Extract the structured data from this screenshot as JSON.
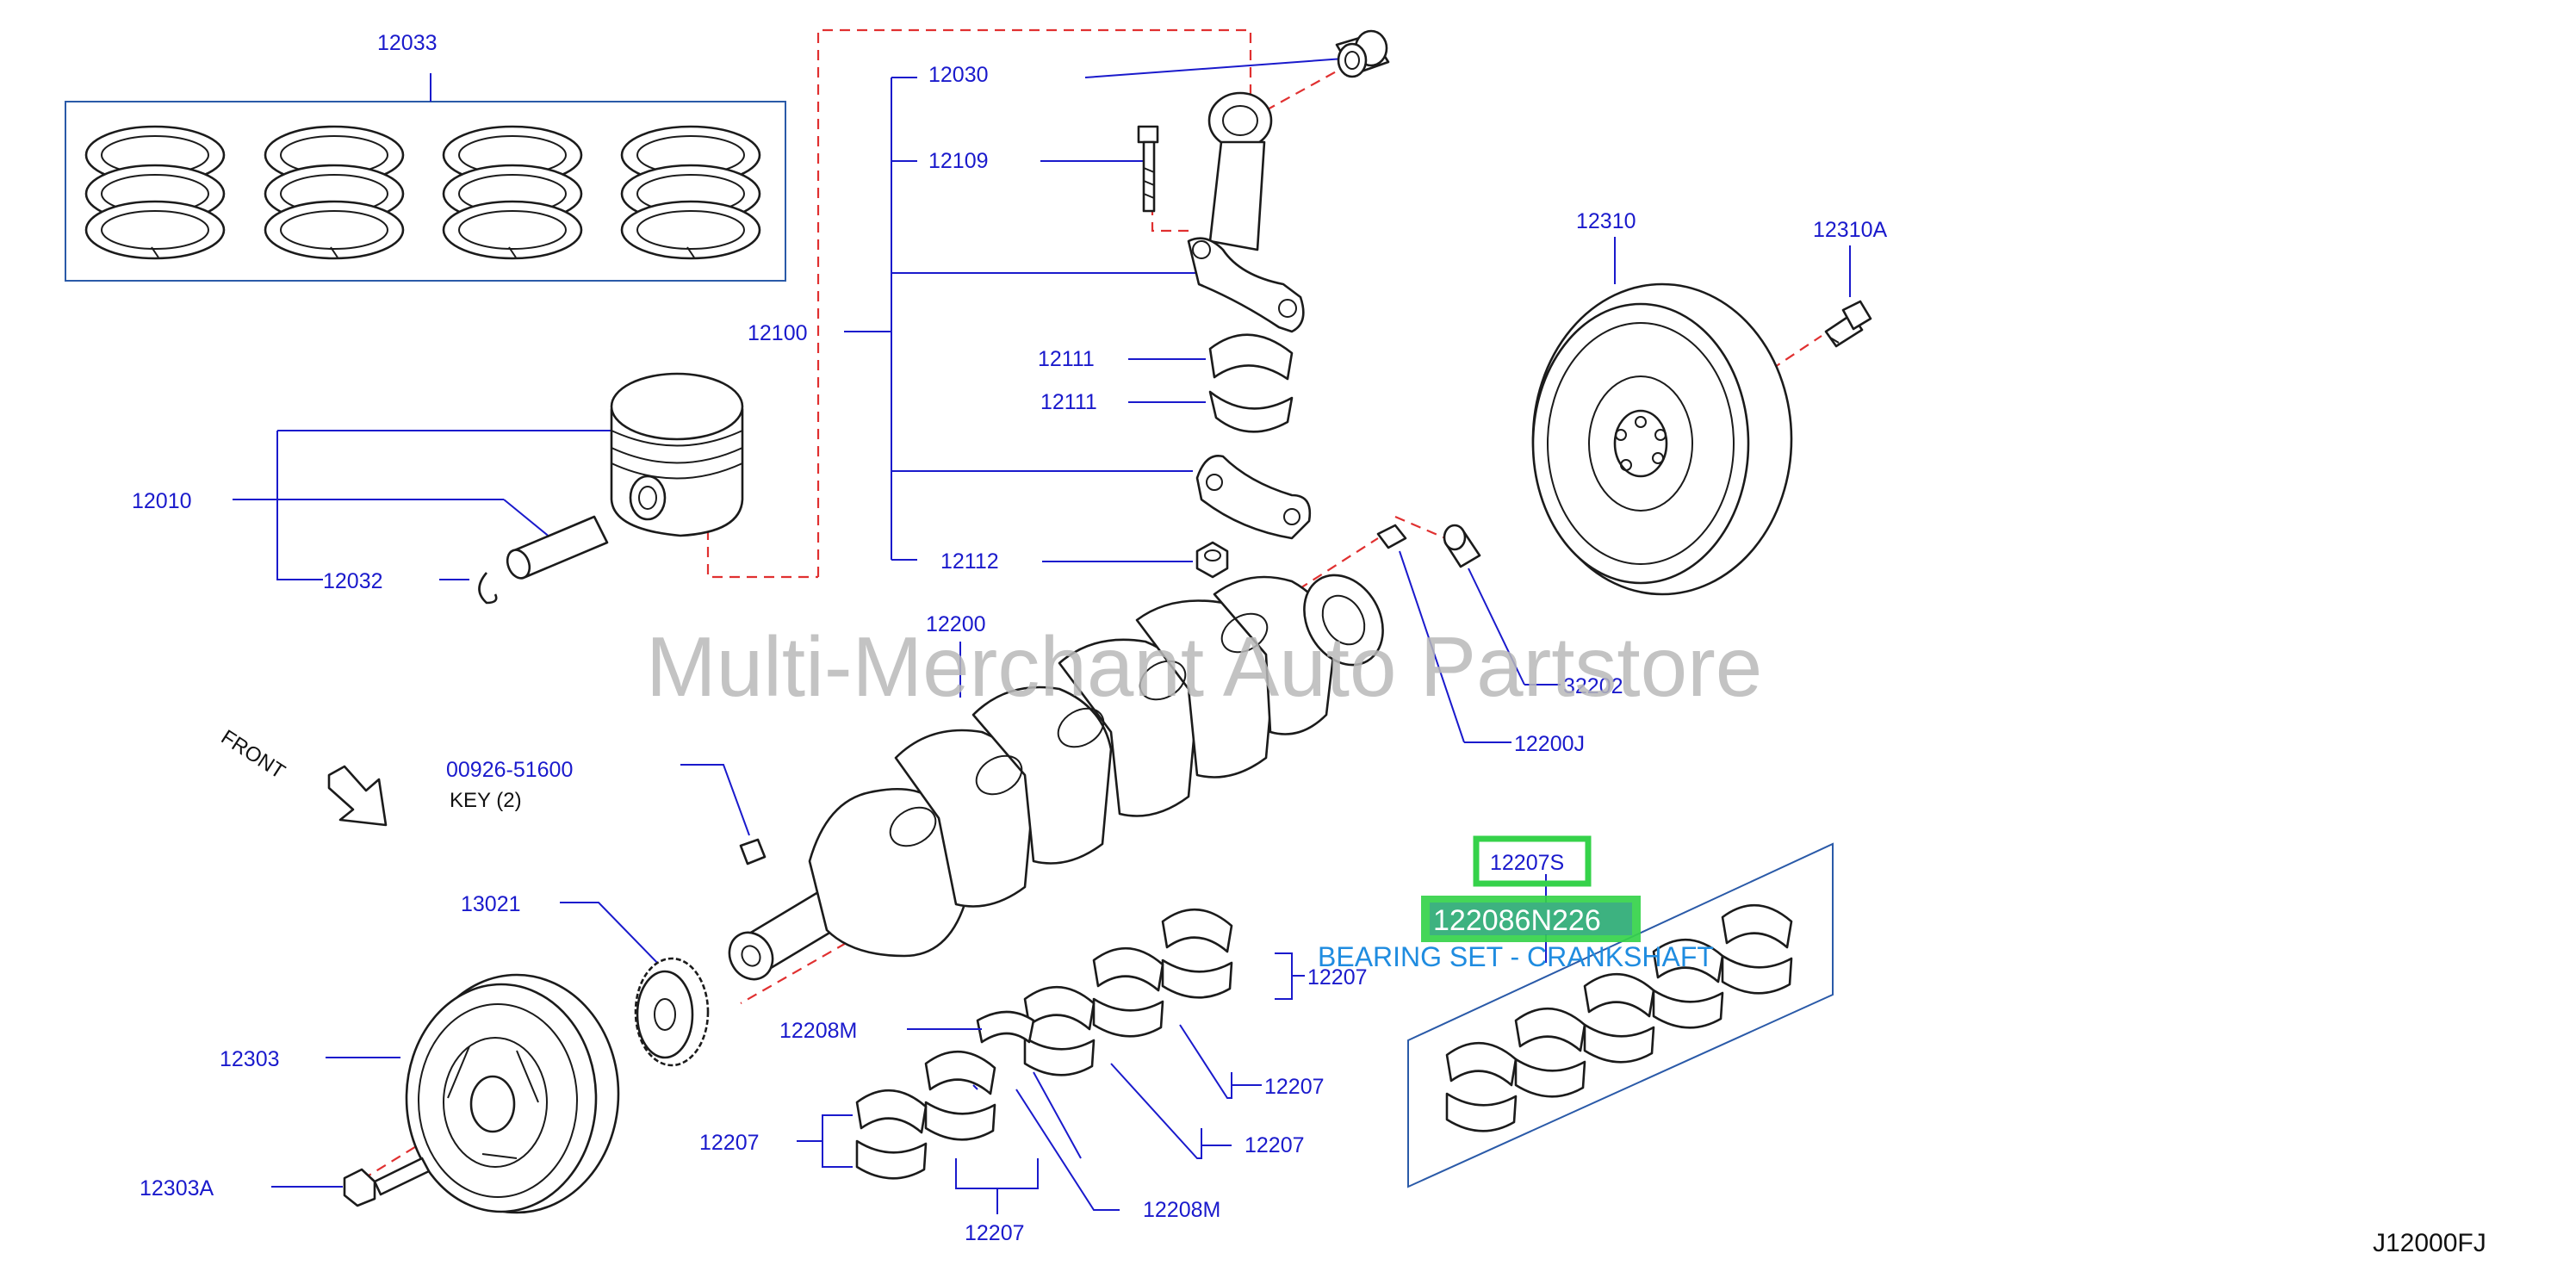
{
  "diagram": {
    "watermark": "Multi-Merchant Auto Partstore",
    "figure_code": "J12000FJ",
    "front_label": "FRONT",
    "labels": {
      "p12033": "12033",
      "p12030": "12030",
      "p12109": "12109",
      "p12100": "12100",
      "p12111a": "12111",
      "p12111b": "12111",
      "p12112": "12112",
      "p12010": "12010",
      "p12032": "12032",
      "p12310": "12310",
      "p12310A": "12310A",
      "p12200": "12200",
      "p32202": "32202",
      "p12200J": "12200J",
      "p00926": "00926-51600",
      "key": "KEY  (2)",
      "p13021": "13021",
      "p12303": "12303",
      "p12303A": "12303A",
      "p12207S": "12207S",
      "p12208M_a": "12208M",
      "p12208M_b": "12208M",
      "p12207_r1": "12207",
      "p12207_r2": "12207",
      "p12207_r3": "12207",
      "p12207_l": "12207",
      "p12207_b": "12207"
    },
    "highlight": {
      "part_number": "122086N226",
      "description": "BEARING SET - CRANKSHAFT",
      "color": "#35d24a"
    }
  }
}
